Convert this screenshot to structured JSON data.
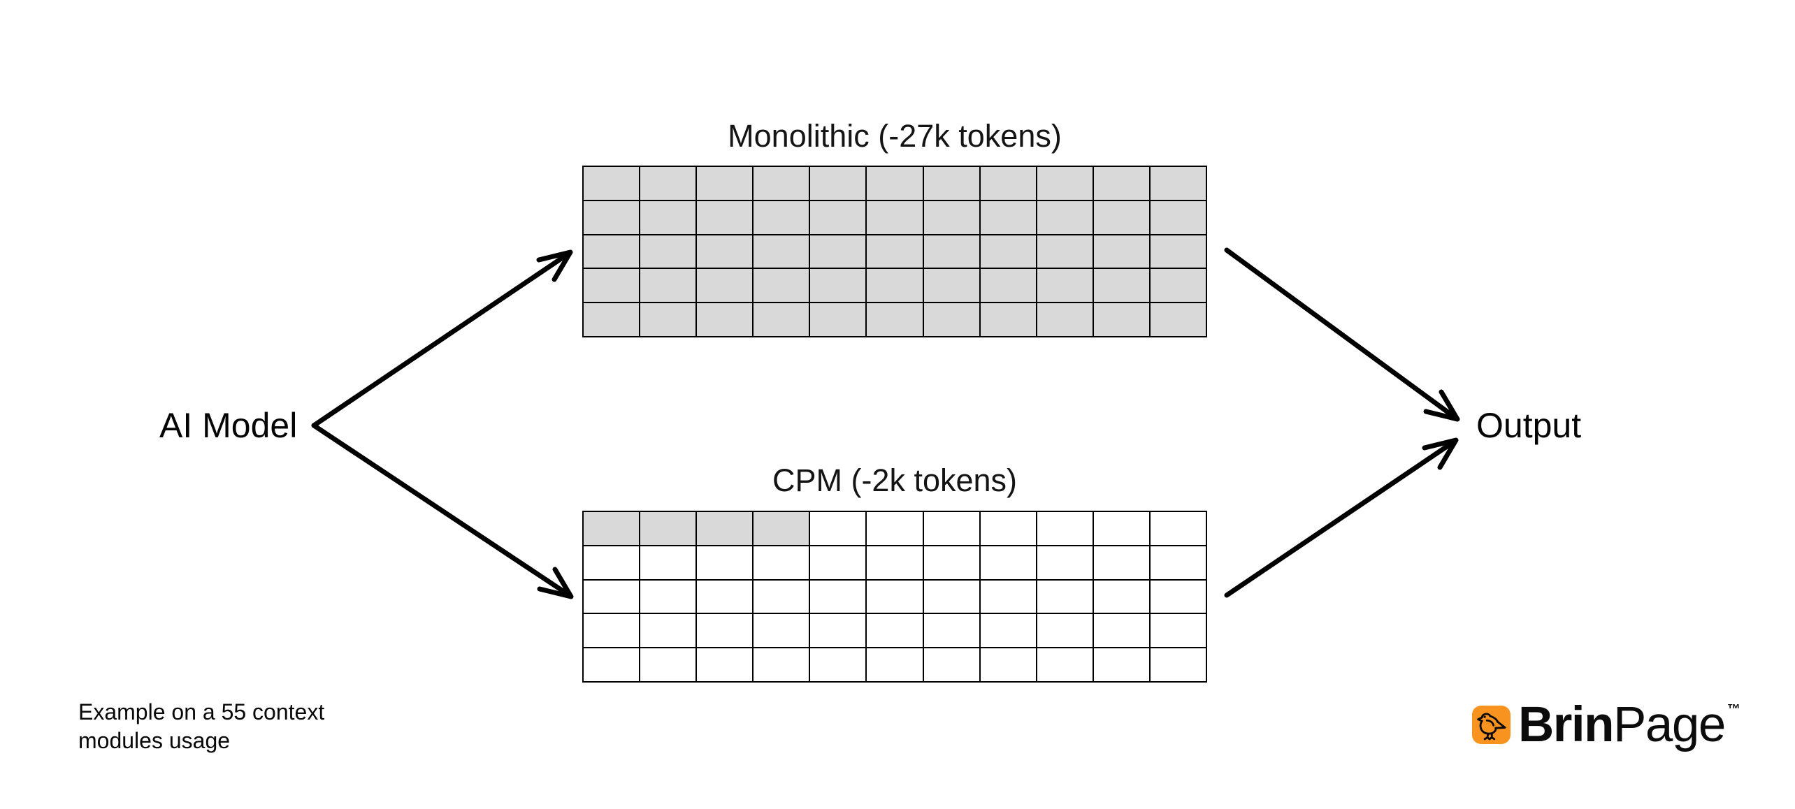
{
  "diagram": {
    "source_node": {
      "label": "AI Model"
    },
    "sink_node": {
      "label": "Output"
    },
    "branches": [
      {
        "id": "monolithic",
        "title": "Monolithic (-27k tokens)",
        "grid": {
          "rows": 5,
          "cols": 11,
          "total_cells": 55,
          "filled_cells": 55,
          "filled_color": "#d9d9d9",
          "empty_color": "#ffffff",
          "line_color": "#000000"
        }
      },
      {
        "id": "cpm",
        "title": "CPM (-2k tokens)",
        "grid": {
          "rows": 5,
          "cols": 11,
          "total_cells": 55,
          "filled_cells": 4,
          "filled_color": "#d9d9d9",
          "empty_color": "#ffffff",
          "line_color": "#000000"
        }
      }
    ],
    "edges": [
      {
        "from": "AI Model",
        "to": "Monolithic (-27k tokens)"
      },
      {
        "from": "AI Model",
        "to": "CPM (-2k tokens)"
      },
      {
        "from": "Monolithic (-27k tokens)",
        "to": "Output"
      },
      {
        "from": "CPM (-2k tokens)",
        "to": "Output"
      }
    ],
    "arrow_color": "#000000"
  },
  "caption": {
    "line1": "Example on a 55 context",
    "line2": "modules usage"
  },
  "logo": {
    "brand_bold": "Brin",
    "brand_light": "Page",
    "trademark": "™",
    "icon": "bird-icon",
    "icon_bg_color": "#f7931e"
  }
}
